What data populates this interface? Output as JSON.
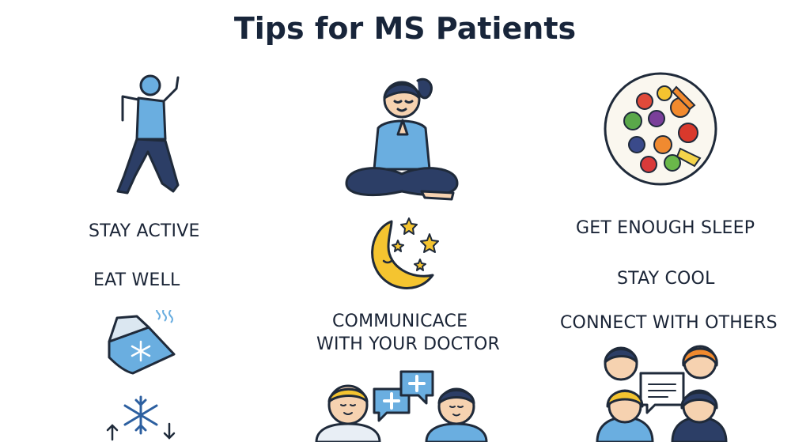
{
  "title": "Tips for MS Patients",
  "tips": {
    "stay_active": "STAY ACTIVE",
    "eat_well": "EAT WELL",
    "get_enough_sleep": "GET ENOUGH SLEEP",
    "stay_cool": "STAY COOL",
    "connect_with_others": "CONNECT WITH OTHERS",
    "communicate_line1": "COMMUNICACE",
    "communicate_line2": "WITH YOUR DOCTOR"
  },
  "colors": {
    "primary_blue": "#6aaee0",
    "dark_navy": "#2c3e66",
    "moon_yellow": "#f4c430",
    "skin": "#f6d2b0",
    "outline": "#1f2a3a"
  },
  "icons": [
    "exercise-person-icon",
    "meditation-person-icon",
    "food-plate-icon",
    "moon-stars-icon",
    "ice-pack-icon",
    "snowflake-icon",
    "doctor-chat-icon",
    "group-people-icon"
  ]
}
